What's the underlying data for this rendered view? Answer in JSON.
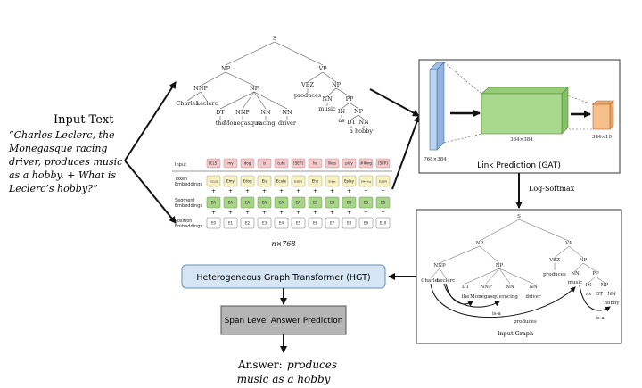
{
  "input": {
    "title": "Input Text",
    "quote_lines": [
      "“Charles Leclerc, the",
      "Monegasque racing",
      "driver, produces music",
      "as a hobby. + What is",
      "Leclerc’s hobby?”"
    ]
  },
  "parse_tree_top": {
    "root": "S",
    "np": "NP",
    "vp": "VP",
    "nnp": "NNP",
    "np2": "NP",
    "vbz": "VBZ",
    "np3": "NP",
    "nnp_words": [
      "Charles",
      "Leclerc"
    ],
    "dt": "DT",
    "nnp2": "NNP",
    "nn1": "NN",
    "nn2": "NN",
    "words": [
      "the",
      "Monegasque",
      "racing",
      "driver"
    ],
    "produces": "produces",
    "nn3": "NN",
    "pp": "PP",
    "music": "music",
    "in": "IN",
    "np4": "NP",
    "as": "as",
    "dt2": "DT",
    "nn4": "NN",
    "a": "a",
    "hobby": "hobby"
  },
  "bert": {
    "row_labels": [
      "Input",
      "Token\nEmbeddings",
      "Segment\nEmbeddings",
      "Position\nEmbeddings"
    ],
    "tokens": [
      "[CLS]",
      "my",
      "dog",
      "is",
      "cute",
      "[SEP]",
      "he",
      "likes",
      "play",
      "##ing",
      "[SEP]"
    ],
    "token_emb": [
      "E[CLS]",
      "Emy",
      "Edog",
      "Eis",
      "Ecute",
      "E[SEP]",
      "Ehe",
      "Elikes",
      "Eplay",
      "E##ing",
      "E[SEP]"
    ],
    "segment_emb": [
      "EA",
      "EA",
      "EA",
      "EA",
      "EA",
      "EA",
      "EB",
      "EB",
      "EB",
      "EB",
      "EB"
    ],
    "position_emb": [
      "E0",
      "E1",
      "E2",
      "E3",
      "E4",
      "E5",
      "E6",
      "E7",
      "E8",
      "E9",
      "E10"
    ],
    "dim_label": "n×768"
  },
  "gat": {
    "label": "Link Prediction (GAT)",
    "dim1": "768×384",
    "dim2": "384×384",
    "dim3": "384×10"
  },
  "log_softmax": "Log-Softmax",
  "input_graph_label": "Input Graph",
  "graph_edges": {
    "is_a_1": "is-a",
    "is_a_2": "is-a",
    "produces": "produces"
  },
  "hgt_label": "Heterogeneous Graph Transformer (HGT)",
  "span_label": "Span Level Answer Prediction",
  "answer": {
    "prefix": "Answer:",
    "line1_italic": "produces",
    "line2": "music as a hobby"
  },
  "colors": {
    "hgt_fill": "#d6e6f5",
    "hgt_stroke": "#6a8fb8",
    "span_fill": "#b5b5b5",
    "cube_blue": "#b9d3ee",
    "cube_green": "#a9d98c",
    "cube_orange": "#f5bf8a",
    "token_pink": "#f3c9cc",
    "token_yellow": "#f6f2c4",
    "segment_green": "#a8d58a"
  }
}
